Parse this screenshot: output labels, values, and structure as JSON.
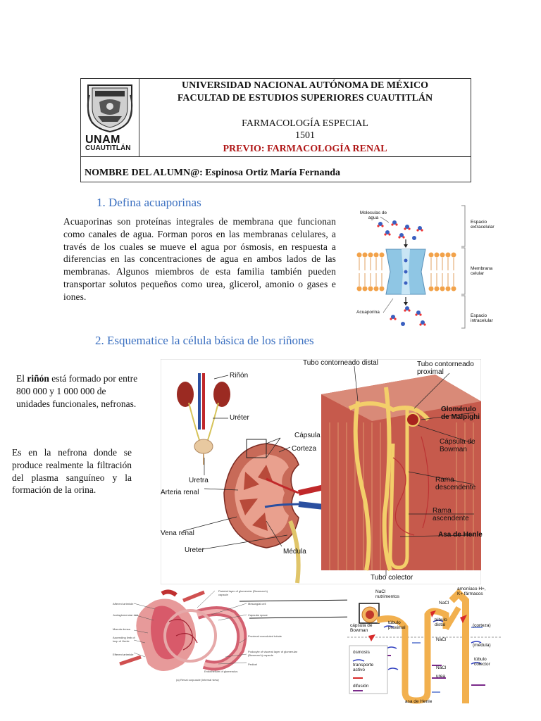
{
  "header": {
    "logo": {
      "text_main": "UNAM",
      "text_sub": "CUAUTITLÁN"
    },
    "university": "UNIVERSIDAD NACIONAL AUTÓNOMA DE MÉXICO",
    "faculty": "FACULTAD DE ESTUDIOS SUPERIORES CUAUTITLÁN",
    "course": "FARMACOLOGÍA ESPECIAL",
    "group": "1501",
    "assignment": "PREVIO: FARMACOLOGÍA RENAL",
    "student_label": "NOMBRE DEL ALUMN@:",
    "student_name": "Espinosa Ortiz María Fernanda",
    "student_line": "NOMBRE DEL ALUMN@: Espinosa Ortiz María Fernanda"
  },
  "sections": {
    "q1_heading": "1.  Defina acuaporinas",
    "q1_text": "Acuaporinas son proteínas integrales de membrana que funcionan como canales de agua. Forman poros en las membranas celulares, a través de los cuales se mueve el agua por ósmosis, en respuesta a diferencias en las concentraciones de agua en ambos lados de las membranas. Algunos miembros de esta familia también pueden transportar solutos pequeños como urea, glicerol, amonio o gases e iones.",
    "q2_heading": "2.  Esquematice la célula básica de los riñones",
    "kidney_text_pre": "El ",
    "kidney_text_bold": "riñón",
    "kidney_text_post": " está formado por entre 800 000 y 1 000 000 de unidades funcionales, nefronas.",
    "nephron_text": "Es en la nefrona donde se produce realmente la filtración del plasma sanguíneo y la formación de la orina."
  },
  "figures": {
    "aquaporin": {
      "molecules": "Moleculas de agua",
      "extracellular": "Espacio extracelular",
      "membrane": "Membrana celular",
      "aquaporin": "Acuaporina",
      "intracellular": "Espacio intracelular"
    },
    "kidney": {
      "rinon": "Riñón",
      "ureter_top": "Uréter",
      "uretra": "Uretra",
      "capsula": "Cápsula",
      "corteza": "Corteza",
      "arteria": "Arteria renal",
      "vena": "Vena renal",
      "ureter_bottom": "Ureter",
      "medula": "Médula",
      "distal": "Tubo contorneado distal",
      "proximal": "Tubo contorneado proximal",
      "glomerulo": "Glomérulo de Malpighi",
      "bowman": "Cápsula de Bowman",
      "descendente": "Rama descendente",
      "ascendente": "Rama ascendente",
      "henle": "Asa de Henle",
      "colector": "Tubo colector"
    },
    "nephron": {
      "caption": "(a) Renal corpuscle (internal view)",
      "labels_left": [
        "Afferent arteriole",
        "Juxtaglomerular cell",
        "Macula densa",
        "Ascending limb of loop of Henle",
        "Efferent arteriole"
      ],
      "labels_right": [
        "Parietal layer of glomerular (Bowman's) capsule",
        "Mesangial cell",
        "Capsular space",
        "Proximal convoluted tubule",
        "Podocyte of visceral layer of glomerular (Bowman's) capsule",
        "Pedicel",
        "Endothelium of glomerulus"
      ]
    },
    "tubule": {
      "nacl_nut": "NaCl nutrimentos",
      "amoniaco": "amoníaco H+, K+ fármacos",
      "nacl": "NaCl",
      "capsula": "cápsula de Bowman",
      "proximal": "túbulo proximal",
      "distal": "túbulo distal",
      "corteza": "(corteza)",
      "medula": "(médula)",
      "colector": "túbulo colector",
      "osmosis": "ósmosis",
      "transporte": "transporte activo",
      "difusion": "difusión",
      "urea": "urea",
      "asa": "asa de Henle"
    }
  }
}
